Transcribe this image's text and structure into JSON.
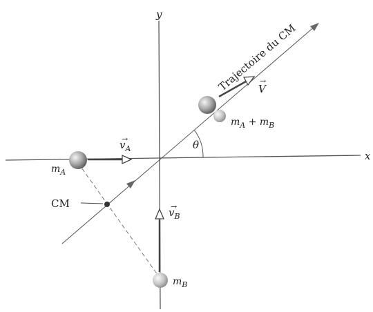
{
  "axes": {
    "x_label": "x",
    "y_label": "y"
  },
  "trajectory_label": "Trajectoire du CM",
  "angle_label": "θ",
  "particles": {
    "a": {
      "mass_main": "m",
      "mass_sub": "A",
      "velocity_main": "v",
      "velocity_sub": "A",
      "velocity_accent": "⃗"
    },
    "b": {
      "mass_main": "m",
      "mass_sub": "B",
      "velocity_main": "v",
      "velocity_sub": "B",
      "velocity_accent": "⃗"
    },
    "combined": {
      "m1": "m",
      "s1": "A",
      "plus": "+",
      "m2": "m",
      "s2": "B",
      "velocity_main": "V",
      "velocity_accent": "⃗"
    }
  },
  "cm_label": "CM",
  "colors": {
    "line": "#555555",
    "arrow": "#444444",
    "sphere": "#9a9a9a"
  }
}
